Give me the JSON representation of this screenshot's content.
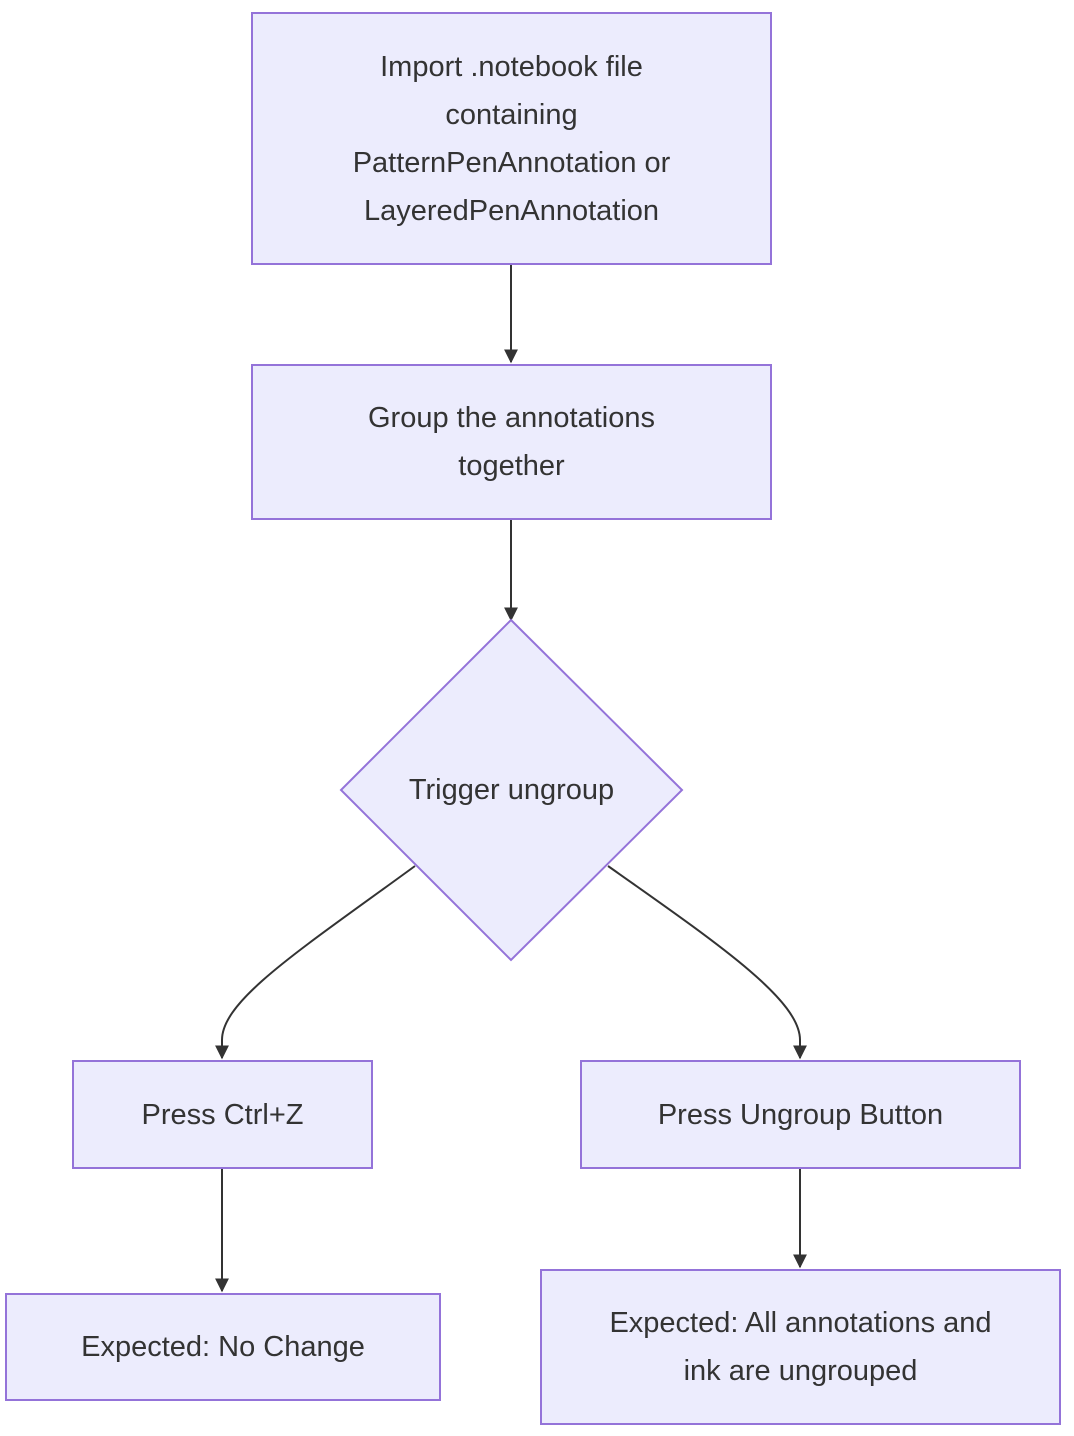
{
  "colors": {
    "node_fill": "#ececfd",
    "node_stroke": "#9473d9",
    "edge": "#333333",
    "text": "#333333",
    "background": "#ffffff"
  },
  "nodes": {
    "import": "Import .notebook file containing PatternPenAnnotation or LayeredPenAnnotation",
    "group": "Group the annotations together",
    "trigger": "Trigger ungroup",
    "ctrlz": "Press Ctrl+Z",
    "ungroup_button": "Press Ungroup Button",
    "expected_no_change": "Expected: No Change",
    "expected_ungrouped": "Expected: All annotations and ink are ungrouped"
  },
  "edges": [
    {
      "from": "import",
      "to": "group"
    },
    {
      "from": "group",
      "to": "trigger"
    },
    {
      "from": "trigger",
      "to": "ctrlz"
    },
    {
      "from": "trigger",
      "to": "ungroup_button"
    },
    {
      "from": "ctrlz",
      "to": "expected_no_change"
    },
    {
      "from": "ungroup_button",
      "to": "expected_ungrouped"
    }
  ]
}
